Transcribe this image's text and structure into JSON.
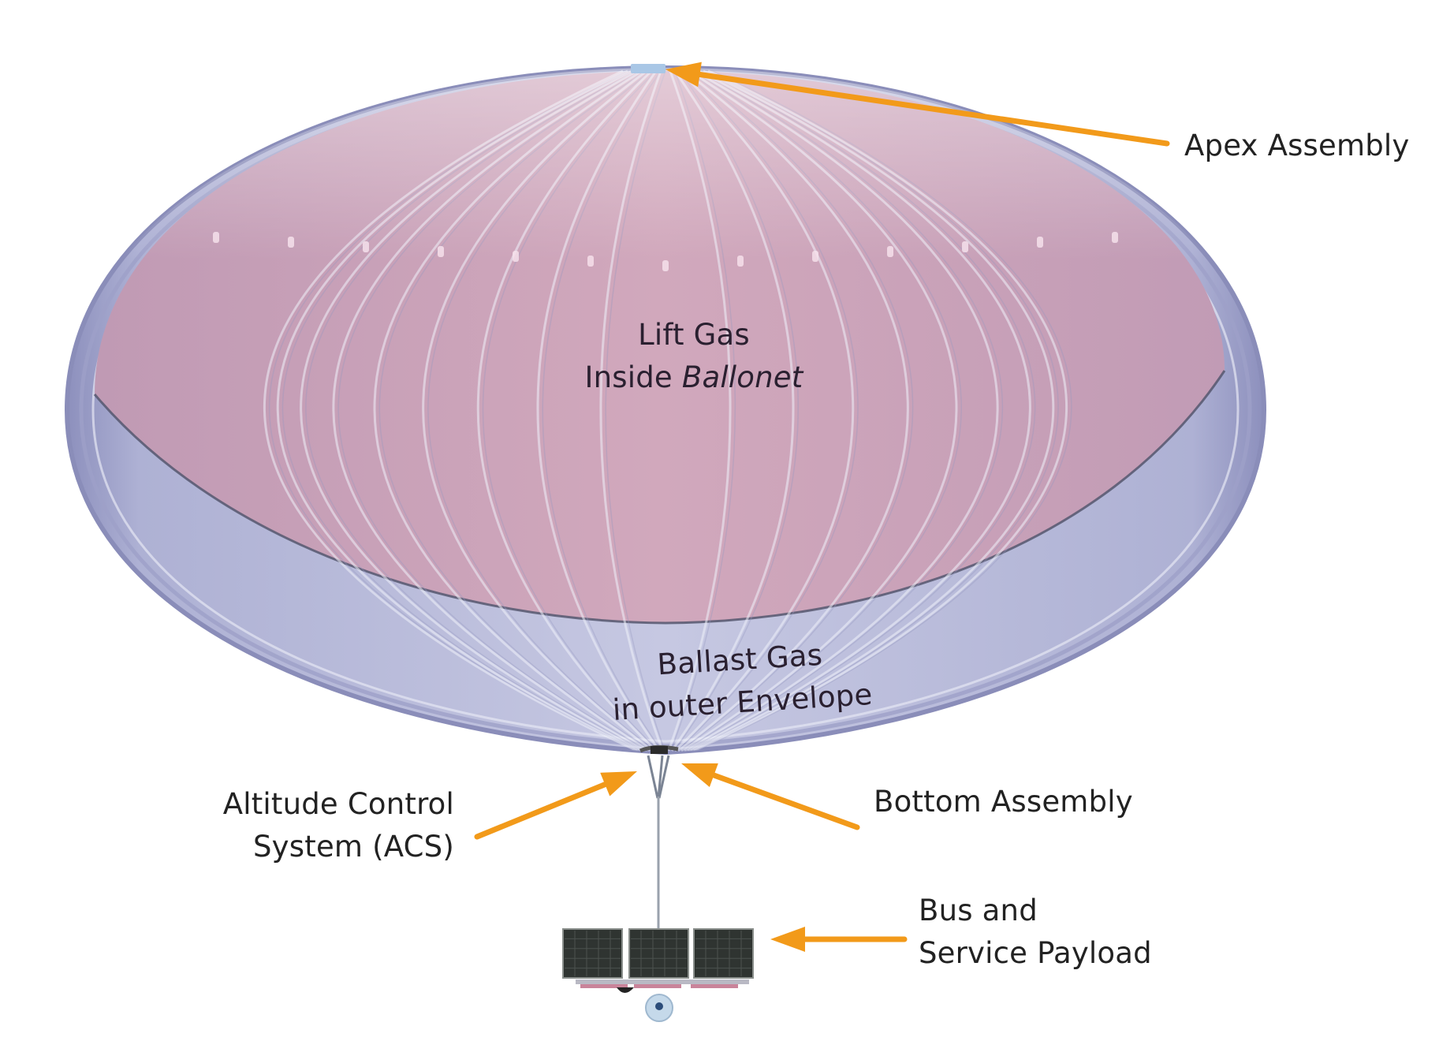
{
  "diagram": {
    "title": "Stratospheric balloon system components",
    "colors": {
      "arrow": "#f29a1a",
      "ballonet": "#cda3b8",
      "envelope": "#b9bcdb",
      "envelope_edge": "#8d90bd",
      "text": "#222222"
    },
    "labels": {
      "apex": {
        "lines": [
          "Apex Assembly"
        ]
      },
      "lift_gas": {
        "line1": "Lift Gas",
        "line2_prefix": "Inside ",
        "line2_italic": "Ballonet"
      },
      "ballast_gas": {
        "line1": "Ballast Gas",
        "line2": "in outer Envelope"
      },
      "acs": {
        "line1": "Altitude Control",
        "line2": "System (ACS)"
      },
      "bottom": {
        "line1": "Bottom Assembly"
      },
      "bus": {
        "line1": "Bus and",
        "line2": "Service Payload"
      }
    },
    "components": [
      "Apex Assembly",
      "Lift Gas Inside Ballonet",
      "Ballast Gas in outer Envelope",
      "Altitude Control System (ACS)",
      "Bottom Assembly",
      "Bus and Service Payload"
    ]
  }
}
